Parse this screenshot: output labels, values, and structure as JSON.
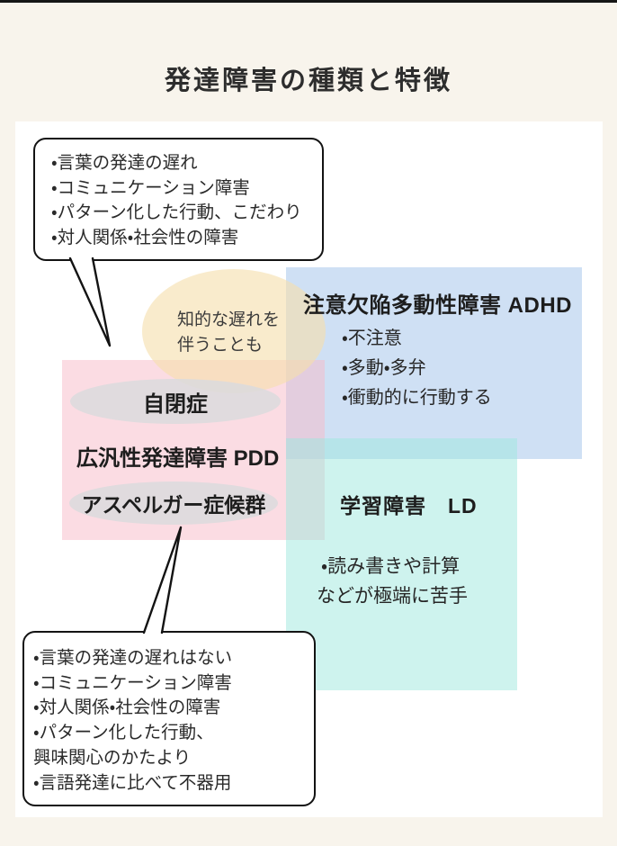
{
  "page": {
    "title": "発達障害の種類と特徴"
  },
  "bubble_autism_traits": {
    "lines": [
      "・言葉の発達の遅れ",
      "・コミュニケーション障害",
      "・パターン化した行動、こだわり",
      "・対人関係・社会性の障害"
    ]
  },
  "note_intellectual": {
    "lines": [
      "知的な遅れを",
      "伴うことも"
    ]
  },
  "adhd": {
    "title": "注意欠陥多動性障害 ADHD",
    "bullets": [
      "・不注意",
      "・多動・多弁",
      "・衝動的に行動する"
    ]
  },
  "pdd": {
    "autism_label": "自閉症",
    "pdd_label": "広汎性発達障害 PDD",
    "asperger_label": "アスペルガー症候群"
  },
  "ld": {
    "title": "学習障害　LD",
    "bullets": [
      "・読み書きや計算",
      "などが極端に苦手"
    ]
  },
  "bubble_asperger_traits": {
    "lines": [
      "・言葉の発達の遅れはない",
      "・コミュニケーション障害",
      "・対人関係・社会性の障害",
      "・パターン化した行動、",
      "興味関心のかたより",
      "・言語発達に比べて不器用"
    ]
  },
  "colors": {
    "background": "#f8f4ec",
    "card": "#ffffff",
    "top_bar": "#161616",
    "adhd_box": "#cfe0f4",
    "pdd_box": "#fbdce3",
    "ld_box": "#cef3ee",
    "intellectual_ellipse": "#faeecb",
    "label_ellipse": "#e0dcdd",
    "bubble_border": "#131313",
    "text": "#262626"
  }
}
